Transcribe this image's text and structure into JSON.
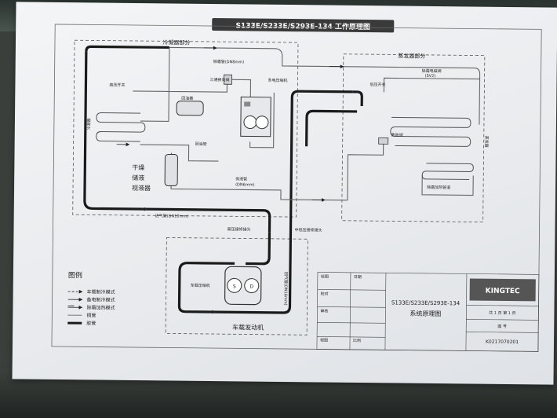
{
  "title": "S133E/S233E/S293E-134 工作原理图",
  "condenser_section": "冷凝器部分",
  "evaporator_section": "蒸发器部分",
  "engine_section": "车载发动机",
  "labels": {
    "drier_line1": "干燥",
    "drier_line2": "储液",
    "drier_line3": "视液器",
    "defrost_pipe_top": "除霜管(DN8mm)",
    "three_way_valve": "三通换向阀",
    "electric_compressor_top": "条电压缩机",
    "pressure_switch": "高压开关",
    "solenoid_valve": "回油器",
    "condenser_coil": "冷凝器",
    "return_oil_pipe": "回油管",
    "liquid_pipe": "供液管",
    "liquid_pipe_dn": "(DN6mm)",
    "inlet_pipe": "进气管(DN10mm)",
    "high_pressure_joint": "高压接修接头",
    "low_pressure_joint": "中低压接修接头",
    "suction_pipe_dn": "回气管(DN16mm)",
    "vehicle_compressor": "车载压缩机",
    "evap_pressure_switch": "低压开关",
    "defrost_valve": "除霜电磁阀",
    "defrost_valve_sv": "(SV2)",
    "expansion_valve": "膨胀阀",
    "evaporator_coil": "蒸发器",
    "defrost_pipe_bottom": "除霜加热管道",
    "compressor_s": "S",
    "compressor_d": "D"
  },
  "legend": {
    "title": "图例",
    "items": [
      {
        "line": "dashed-arrow",
        "label": "车载制冷模式"
      },
      {
        "line": "single-arrow",
        "label": "备电制冷模式"
      },
      {
        "line": "double-arrow",
        "label": "除霜加热模式"
      },
      {
        "line": "thin",
        "label": "铜管"
      },
      {
        "line": "thick",
        "label": "胶管"
      }
    ]
  },
  "title_block": {
    "drawn": "绘图",
    "date": "日期",
    "check": "校对",
    "review": "审核",
    "view": "视图",
    "scale": "比例",
    "product": "S133E/S233E/S293E-134",
    "drawing_name": "系统原理图",
    "brand": "KINGTEC",
    "sheet": "共 1 页 第 1 页",
    "drawing_no_label": "图    号",
    "drawing_no": "K0217070201"
  },
  "colors": {
    "paper": "#eceef1",
    "ink": "#222222",
    "hose": "#1a1a1a",
    "pipe": "#8a8d92"
  }
}
